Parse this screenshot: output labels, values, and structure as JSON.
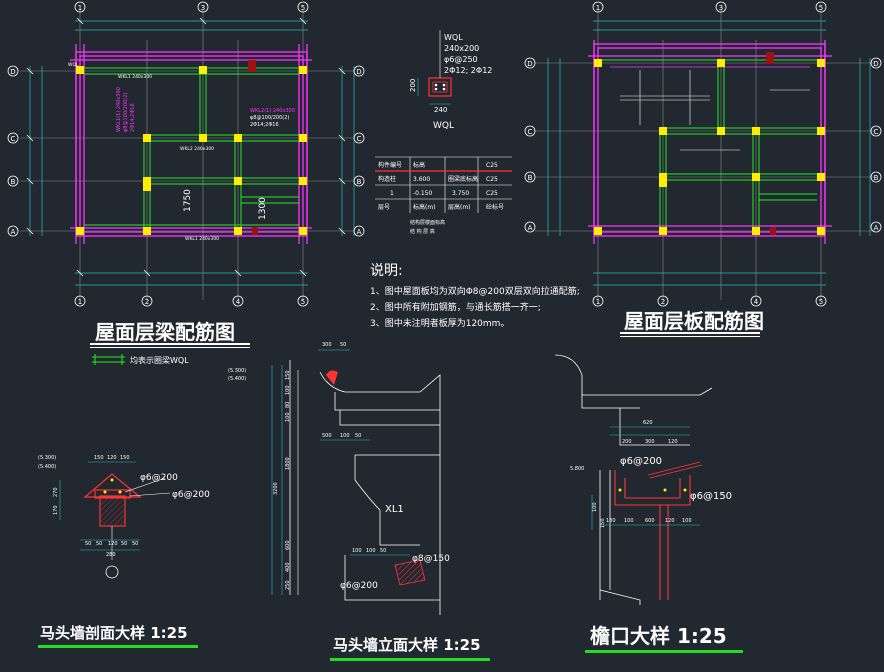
{
  "drawing": {
    "plan_left_title": "屋面层梁配筋图",
    "plan_right_title": "屋面层板配筋图",
    "legend_text": "均表示圈梁WQL",
    "grid_labels_x": [
      "1",
      "3",
      "5"
    ],
    "grid_labels_x_bottom": [
      "1",
      "2",
      "4",
      "5"
    ],
    "grid_labels_y": [
      "D",
      "C",
      "B",
      "A"
    ],
    "plan_dims": [
      "1750",
      "1300"
    ],
    "wql": {
      "name": "WQL",
      "size": "240x200",
      "stirrup": "φ6@250",
      "bars": "2Φ12; 2Φ12",
      "dim_h": "200",
      "dim_w": "240",
      "label": "WQL"
    },
    "table": {
      "rows": [
        [
          "构件编号",
          "标高",
          "",
          "C25"
        ],
        [
          "构造柱",
          "3.600",
          "圈梁底标高",
          "C25"
        ],
        [
          "1",
          "-0.150",
          "3.750",
          "C25"
        ],
        [
          "层号",
          "标高(m)",
          "层高(m)",
          "砼标号"
        ]
      ],
      "note_line1": "结构层楼面标高",
      "note_line2": "结 构 层 高"
    },
    "notes": {
      "heading": "说明:",
      "items": [
        "1、图中屋面板均为双向Φ8@200双层双向拉通配筋;",
        "2、图中所有附加钢筋，与通长筋搭一齐一;",
        "3、图中未注明者板厚为120mm。"
      ]
    },
    "detail1": {
      "title": "马头墙剖面大样 1:25",
      "rebar1": "φ6@200",
      "rebar2": "φ6@200",
      "levels": [
        "(5.300)",
        "(5.400)"
      ],
      "dims_top": [
        "150",
        "120",
        "150"
      ],
      "dims_bottom": [
        "50",
        "50",
        "120",
        "50",
        "50"
      ],
      "dims_left": [
        "270",
        "170"
      ],
      "dim_total": "280"
    },
    "detail2": {
      "title": "马头墙立面大样 1:25",
      "label": "XL1",
      "rebar1": "φ8@150",
      "rebar2": "φ6@200",
      "levels": [
        "(5.300)",
        "(5.400)"
      ],
      "dims_top": [
        "300",
        "50"
      ],
      "dims_mid": [
        "500",
        "100",
        "50"
      ],
      "dims_low": [
        "100",
        "100",
        "50"
      ],
      "dims_v": [
        "150",
        "100",
        "80",
        "100",
        "1800",
        "600",
        "400",
        "250"
      ],
      "dim_total": "3200"
    },
    "detail3": {
      "title": "檐口大样  1:25",
      "rebar1": "φ6@200",
      "rebar2": "φ6@150",
      "level": "5.800",
      "dims_top": [
        "620"
      ],
      "dims_sub": [
        "200",
        "300",
        "120"
      ],
      "dims_bottom": [
        "180",
        "100",
        "600",
        "120",
        "100"
      ],
      "dims_left": [
        "100",
        "150"
      ]
    }
  }
}
